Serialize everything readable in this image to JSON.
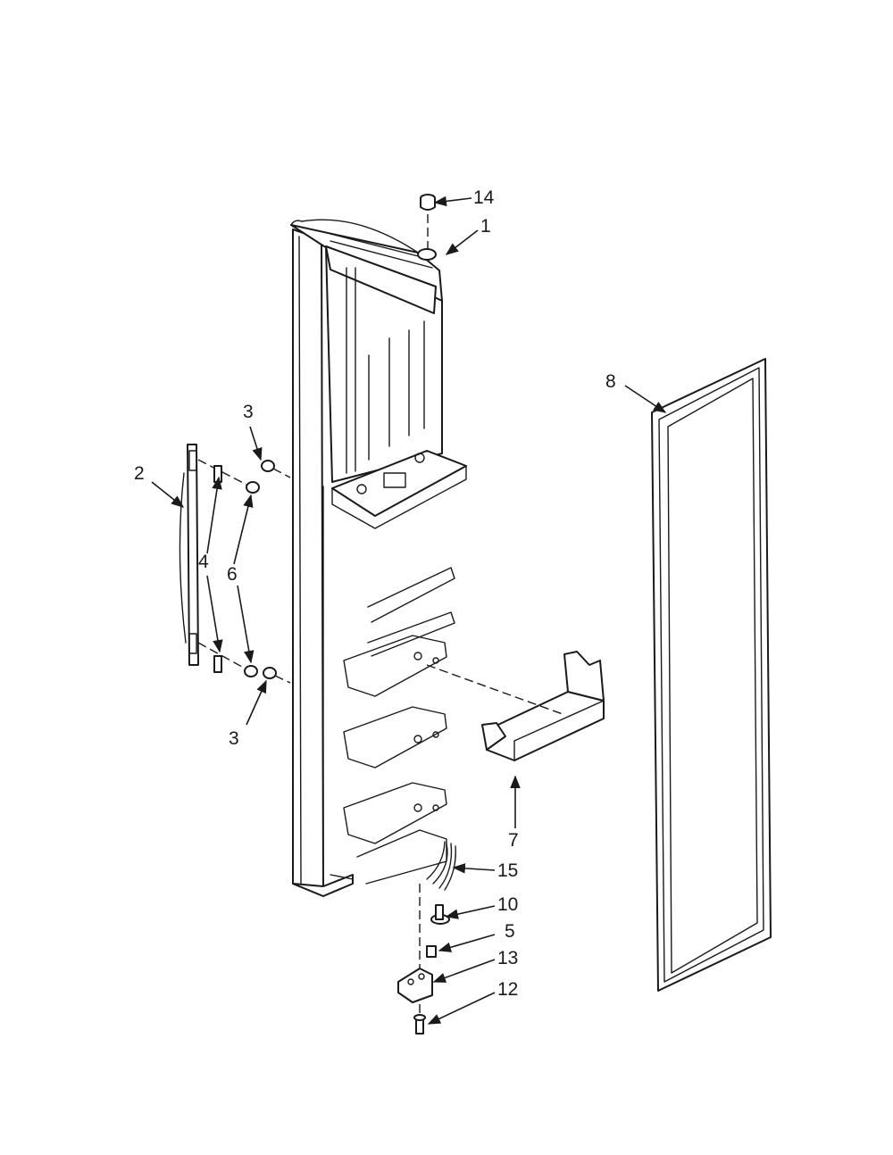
{
  "diagram": {
    "callouts": {
      "c14": "14",
      "c1": "1",
      "c8": "8",
      "c3_top": "3",
      "c2": "2",
      "c4": "4",
      "c6": "6",
      "c3_bottom": "3",
      "c7": "7",
      "c15": "15",
      "c10": "10",
      "c5": "5",
      "c13": "13",
      "c12": "12"
    },
    "colors": {
      "ink": "#1a1a1a",
      "paper": "#ffffff"
    }
  }
}
